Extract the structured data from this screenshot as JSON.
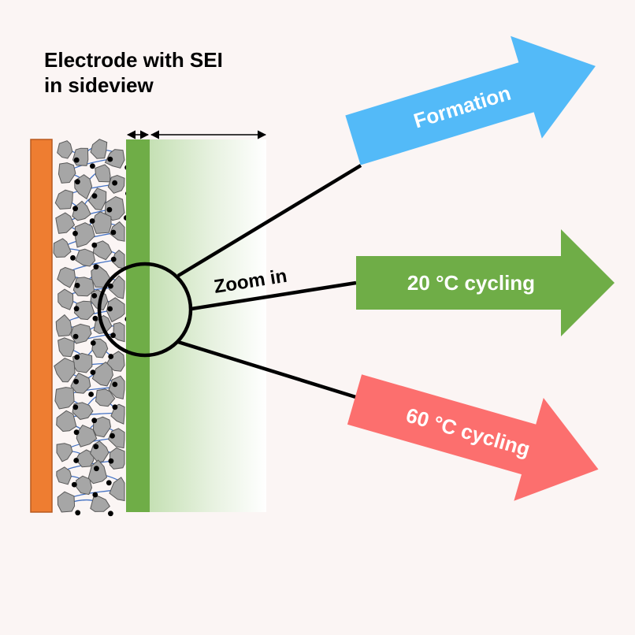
{
  "title": {
    "line1": "Electrode with SEI",
    "line2": "in sideview"
  },
  "zoom_label": "Zoom in",
  "arrows": [
    {
      "id": "formation",
      "label": "Formation",
      "color": "#53baf8"
    },
    {
      "id": "cycling-20",
      "label": "20 °C cycling",
      "color": "#6fad47"
    },
    {
      "id": "cycling-60",
      "label": "60 °C cycling",
      "color": "#fc6f6e"
    }
  ],
  "colors": {
    "current_collector": "#ee7d31",
    "sei_layer": "#6fad47",
    "particles": "#a6a6a6",
    "binder": "#4472c4",
    "background": "#fbf5f4"
  }
}
